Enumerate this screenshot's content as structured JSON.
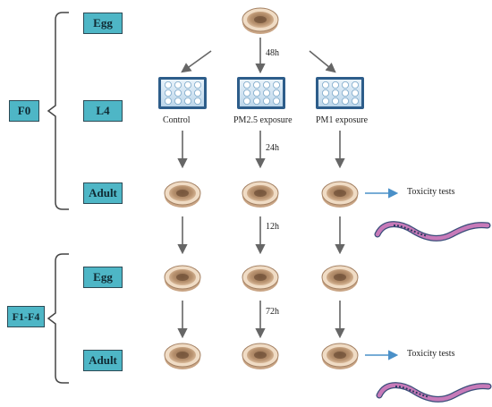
{
  "generation_labels": {
    "f0": "F0",
    "f1_f4": "F1-F4"
  },
  "stage_labels": {
    "f0_egg": "Egg",
    "f0_l4": "L4",
    "f0_adult": "Adult",
    "f1_egg": "Egg",
    "f1_adult": "Adult"
  },
  "times": {
    "t1": "48h",
    "t2": "24h",
    "t3": "12h",
    "t4": "72h"
  },
  "groups": {
    "control": "Control",
    "pm25": "PM2.5 exposure",
    "pm1": "PM1 exposure"
  },
  "outputs": {
    "tox1": "Toxicity tests",
    "tox2": "Toxicity tests"
  },
  "colors": {
    "label_box": "#4eb6c6",
    "arrow": "#666666",
    "blue_arrow": "#4a90c8",
    "dish_rim": "#d9b89a",
    "dish_inner": "#b89274",
    "plate_frame": "#2d5d8a",
    "plate_well": "#cfe4f2",
    "worm_body": "#c06bb5",
    "worm_dark": "#3a4e7a"
  }
}
